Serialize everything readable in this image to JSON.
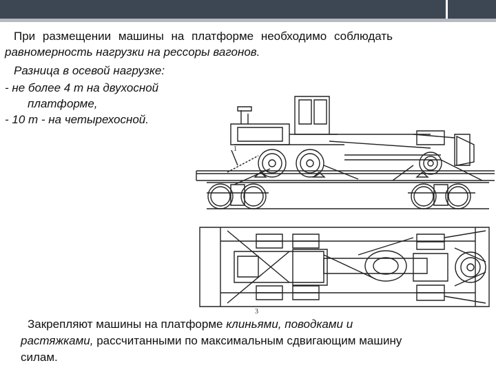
{
  "slide": {
    "intro_line1": "При размещении машины на платформе необходимо соблюдать",
    "intro_line2": "равномерность нагрузки на рессоры вагонов.",
    "axle_heading": "Разница в осевой нагрузке:",
    "item1_a": "- не более 4 т на двухосной",
    "item1_b": "платформе,",
    "item2": "- 10 т - на четырехосной."
  },
  "figure": {
    "side_callout": "1",
    "plan_callout": "3"
  },
  "bottom": {
    "line1_a": "Закрепляют машины на платформе ",
    "line1_b": "клиньями, поводками и",
    "line2_a": "растяжками,",
    "line2_b": " рассчитанными по максимальным сдвигающим машину",
    "line3": "силам."
  },
  "colors": {
    "header_bar": "#3d4653",
    "line_art": "#222222"
  },
  "icons": [
    "motor-grader-side-view",
    "motor-grader-plan-view"
  ]
}
